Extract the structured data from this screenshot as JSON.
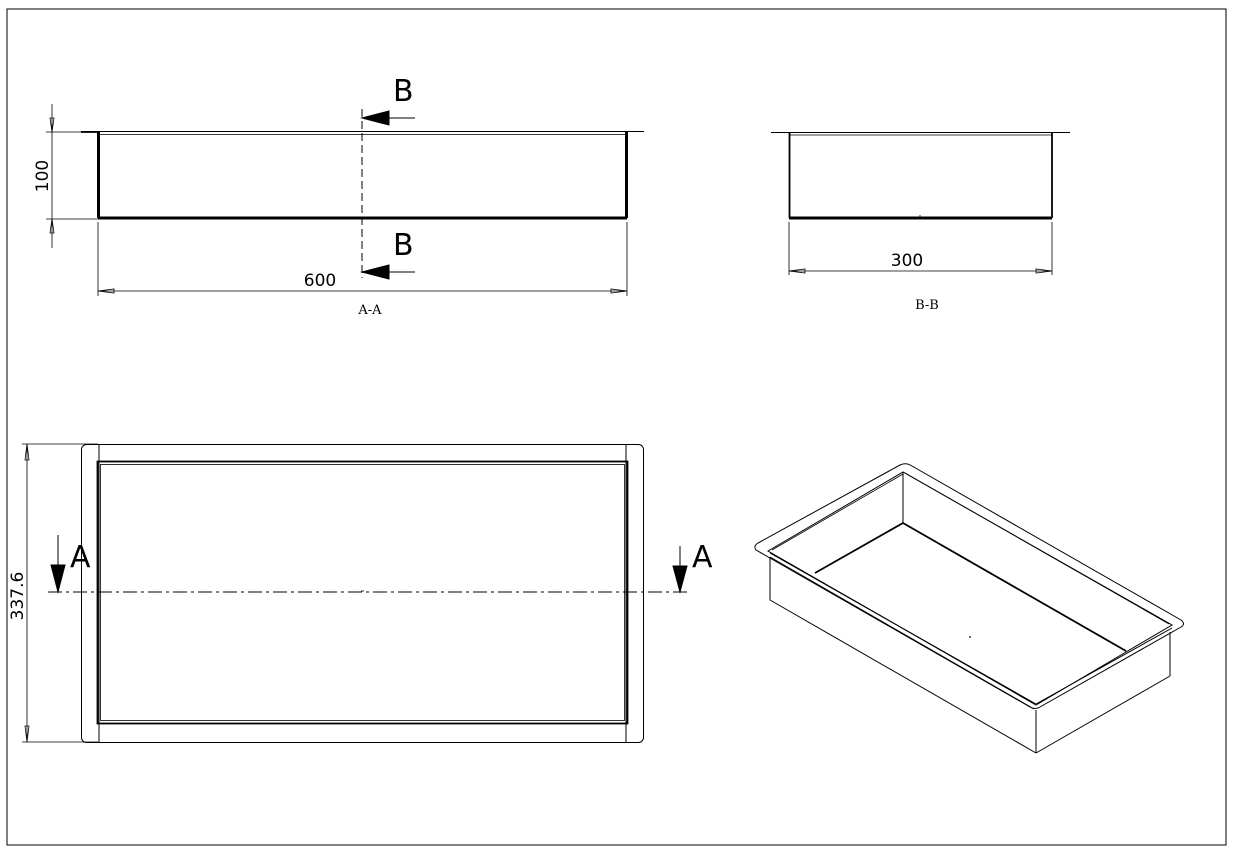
{
  "drawing": {
    "views": {
      "section_aa": {
        "label": "A-A",
        "dimensions": {
          "width": "600",
          "height": "100"
        },
        "cut_marker": "B"
      },
      "section_bb": {
        "label": "B-B",
        "dimensions": {
          "width": "300"
        }
      },
      "top_view": {
        "dimensions": {
          "height": "337.6"
        },
        "cut_marker": "A"
      },
      "isometric_view": {}
    },
    "colors": {
      "line": "#000000",
      "background": "#ffffff"
    }
  }
}
